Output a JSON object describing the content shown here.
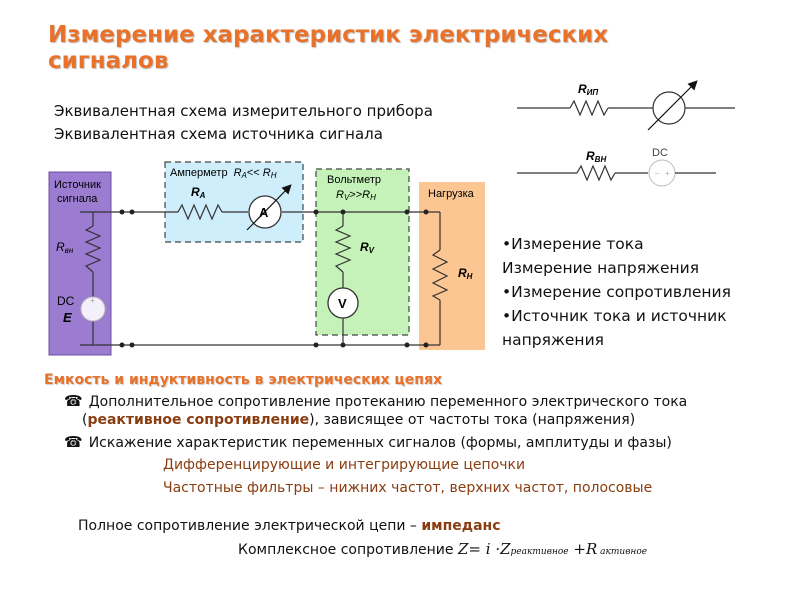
{
  "title": "Измерение характеристик электрических сигналов",
  "subtitle_lines": [
    "Эквивалентная схема измерительного прибора",
    "Эквивалентная схема источника сигнала"
  ],
  "legend": {
    "r_ip": {
      "main": "R",
      "sub": "ИП"
    },
    "r_vn": {
      "main": "R",
      "sub": "ВН"
    },
    "dc": "DC"
  },
  "circuit": {
    "source_label": [
      "Источник",
      "сигнала"
    ],
    "source_r": {
      "main": "R",
      "sub": "вн"
    },
    "source_dc": "DC",
    "source_e": "E",
    "ammeter_label": {
      "name": "Амперметр",
      "cond_main": "R",
      "cond_sub": "A",
      "cond_op": "<< ",
      "cond_rhs_main": "R",
      "cond_rhs_sub": "Н"
    },
    "ammeter_r": {
      "main": "R",
      "sub": "A"
    },
    "ammeter_symbol": "A",
    "voltmeter_label": {
      "name": "Вольтметр",
      "cond_main": "R",
      "cond_sub": "V",
      "cond_op": ">>",
      "cond_rhs_main": "R",
      "cond_rhs_sub": "Н"
    },
    "voltmeter_r": {
      "main": "R",
      "sub": "V"
    },
    "voltmeter_symbol": "V",
    "load_label": "Нагрузка",
    "load_r": {
      "main": "R",
      "sub": "Н"
    }
  },
  "bullets": [
    "•Измерение тока",
    "Измерение напряжения",
    "•Измерение сопротивления",
    "•Источник тока и источник",
    "напряжения"
  ],
  "section_heading": "Емкость и индуктивность в электрических цепях",
  "section_items": {
    "item1_line1": "Дополнительное сопротивление протеканию переменного электрического тока",
    "item1_open": "(",
    "item1_highlight": "реактивное сопротивление",
    "item1_rest": "), зависящее от частоты тока (напряжения)",
    "item2": "Искажение характеристик переменных сигналов (формы, амплитуды и фазы)",
    "sub1": "Дифференцирующие и интегрирующие цепочки",
    "sub2": "Частотные фильтры – нижних частот, верхних частот, полосовые"
  },
  "impedance": {
    "text": "Полное сопротивление электрической цепи – ",
    "highlight": "импеданс"
  },
  "complex": {
    "text": "Комплексное сопротивление ",
    "z": "Z",
    "eq": "= ",
    "i": "i",
    "dot": " ·",
    "z2": "Z",
    "sub_reactive": "реактивное",
    "plus": " +",
    "r": "R",
    "sub_active": " активное"
  },
  "icons": {
    "bullet_icon": "telephone-icon"
  },
  "colors": {
    "title": "#e8722a",
    "source_box": "#9b7cd0",
    "ammeter_box": "#cdeefa",
    "voltmeter_box": "#c5f2b8",
    "load_box": "#fbc692",
    "highlight": "#8a3d10"
  }
}
